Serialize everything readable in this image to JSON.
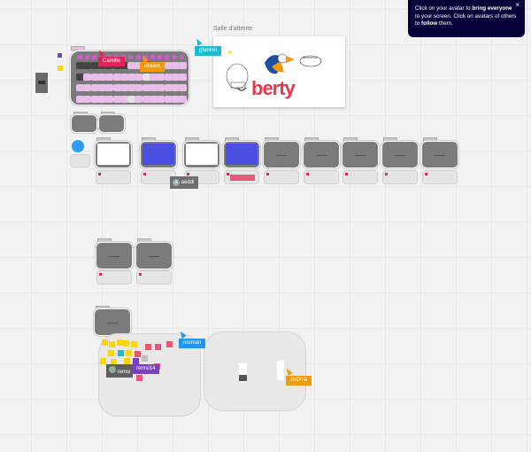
{
  "tooltip": {
    "part1": "Click on your avatar to ",
    "bold1": "bring everyone",
    "part2": " to your screen. Click on avatars of others to ",
    "bold2": "follow",
    "part3": " them.",
    "close_icon": "×"
  },
  "waiting_room": {
    "title": "Salle d'attente",
    "logo_text": "berty",
    "speech": "Bienvenue"
  },
  "collaborators": [
    {
      "name": "Camille",
      "color": "#e0245e"
    },
    {
      "name": "ekelen",
      "color": "#f29a0f"
    },
    {
      "name": "gfanton",
      "color": "#1fbcd4"
    },
    {
      "name": "aeddi",
      "color": "#6e6e6e",
      "initial": "A"
    },
    {
      "name": "norman",
      "color": "#2196f3"
    },
    {
      "name": "remsi",
      "color": "#5f5f5f"
    },
    {
      "name": "remsi14",
      "color": "#7a3fc8"
    },
    {
      "name": "zbOma",
      "color": "#f29a0f"
    }
  ],
  "colors": {
    "canvas": "#f2f2f2",
    "frame": "#7b7b7b",
    "cell": "#e9bfe9",
    "sticky_yellow": "#ffd600",
    "sticky_red": "#e8577a",
    "tooltip_bg": "#050038"
  }
}
